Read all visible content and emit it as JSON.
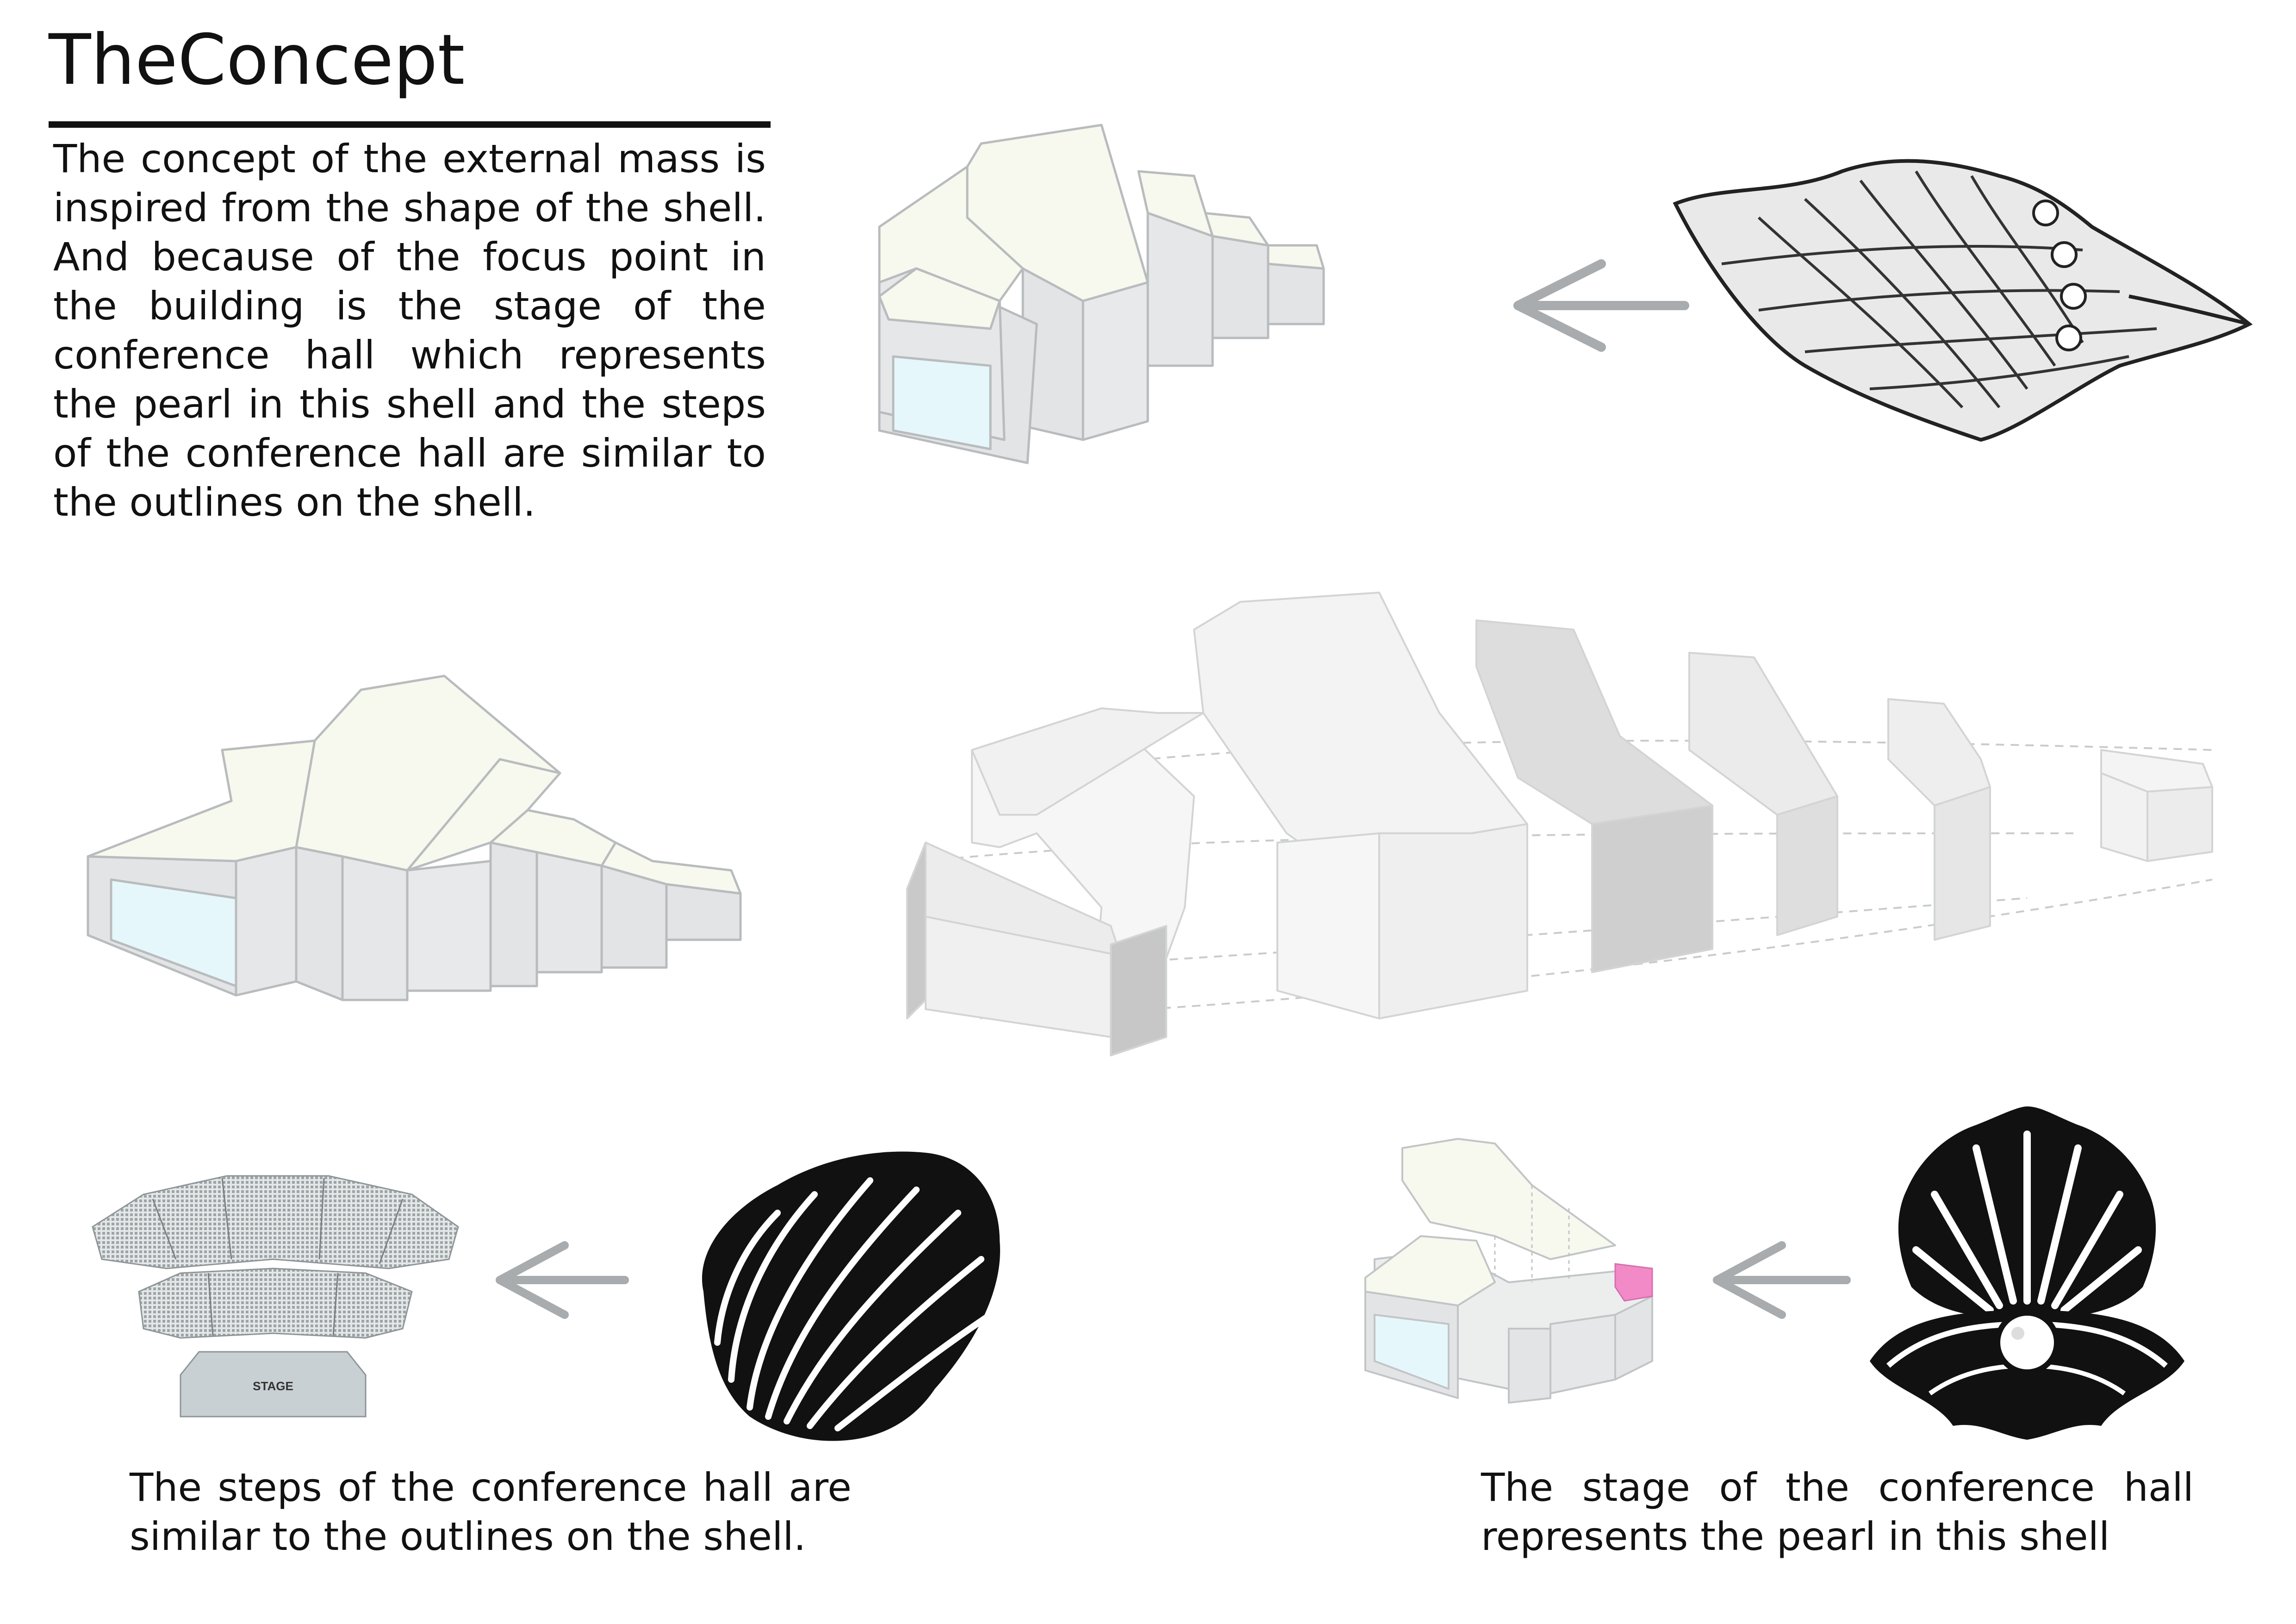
{
  "title": "TheConcept",
  "intro_text": "The concept of the external mass is inspired from the shape of the shell. And because of the focus point in the building is the stage of the conference hall which represents the pearl in this shell and the steps of the conference hall are similar to the outlines on the shell.",
  "captions": {
    "steps": "The steps of the conference hall are similar to the outlines on the shell.",
    "stage": "The stage of the conference hall represents the pearl in this shell"
  },
  "seating_plan": {
    "stage_label": "STAGE"
  },
  "icons": {
    "arrow": "arrow-left-icon",
    "conch": "conch-shell-icon",
    "scallop": "scallop-shell-icon",
    "pearl": "pearl-shell-icon"
  },
  "colors": {
    "roof": "#f7f8ee",
    "wall": "#e2e4e5",
    "glass": "#e6f7fb",
    "arrow": "#a8acae",
    "stage_highlight": "#f28ac8",
    "ink": "#111111"
  }
}
